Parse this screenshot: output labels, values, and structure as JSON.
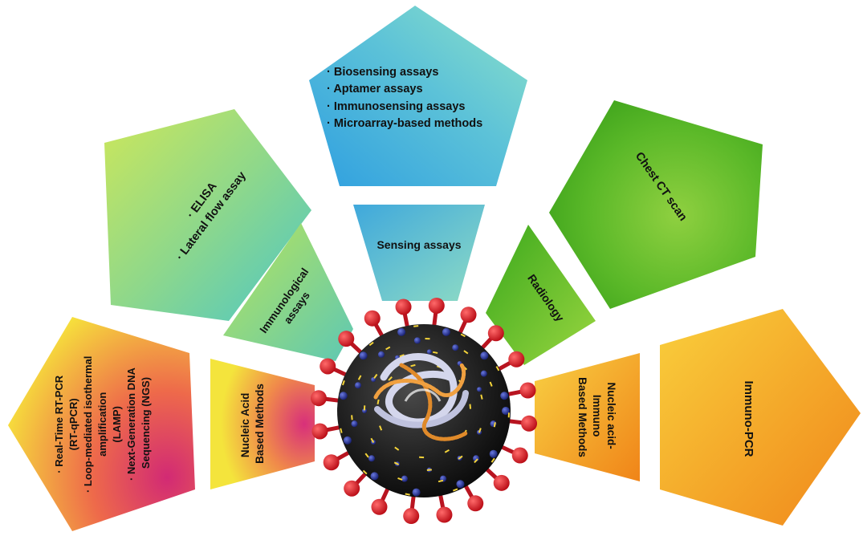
{
  "segments": {
    "sensing_methods": {
      "items": [
        "· Biosensing assays",
        "· Aptamer assays",
        "· Immunosensing assays",
        "· Microarray-based methods"
      ]
    },
    "sensing_assays": {
      "label": "Sensing assays"
    },
    "immuno_methods": {
      "items": [
        "· ELISA",
        "· Lateral flow assay"
      ]
    },
    "immunological_assays": {
      "lines": [
        "Immunological",
        "assays"
      ]
    },
    "radiology": {
      "label": "Radiology"
    },
    "chest_ct": {
      "label": "Chest CT scan"
    },
    "nucleic_acid_methods": {
      "items": [
        "· Real-Time RT-PCR",
        "(RT-qPCR)",
        "· Loop-mediated isothermal",
        "amplification",
        "(LAMP)",
        "· Next-Generation DNA",
        "Sequencing (NGS)"
      ]
    },
    "nucleic_acid_based": {
      "lines": [
        "Nucleic Acid",
        "Based Methods"
      ]
    },
    "nucleic_immuno_based": {
      "lines": [
        "Nucleic acid-",
        "Immuno",
        "Based Methods"
      ]
    },
    "immuno_pcr": {
      "label": "Immuno-PCR"
    }
  },
  "colors": {
    "teal_blue": [
      "#3aa8dc",
      "#7fd8cc"
    ],
    "lime_teal": [
      "#c6e85a",
      "#58c8c0"
    ],
    "green": [
      "#3aa81c",
      "#a6d83e"
    ],
    "orange": [
      "#f6c93a",
      "#f08a1a"
    ],
    "magenta_yellow": [
      "#f4e23a",
      "#d8306a"
    ]
  }
}
